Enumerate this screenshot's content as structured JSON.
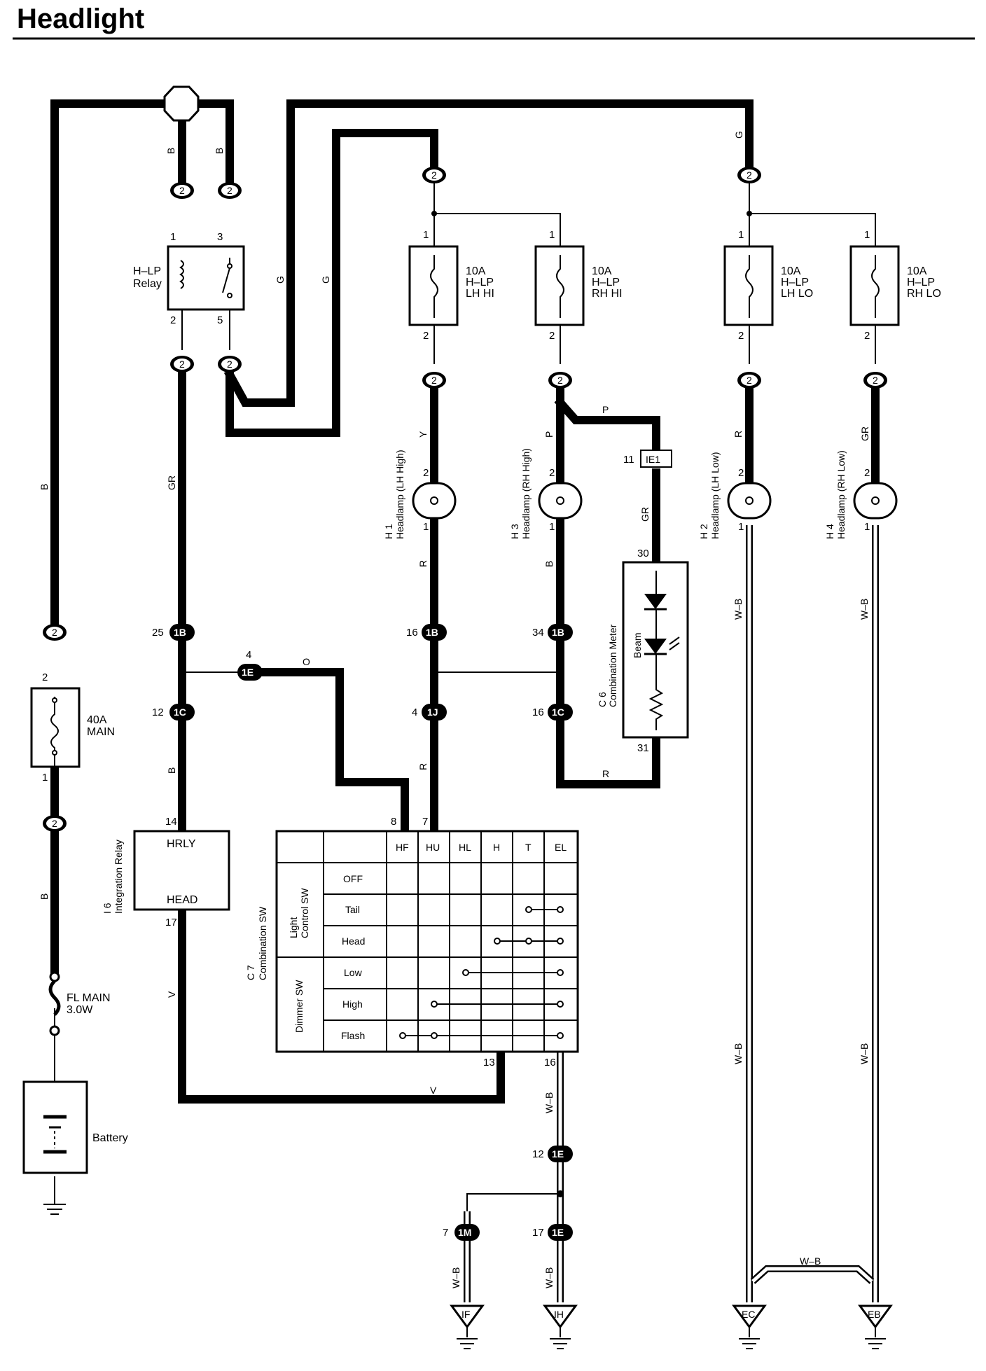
{
  "title": "Headlight",
  "connector_2": "2",
  "wires": {
    "B": "B",
    "G": "G",
    "GR": "GR",
    "Y": "Y",
    "P": "P",
    "R": "R",
    "O": "O",
    "V": "V",
    "WB": "W–B"
  },
  "relay": {
    "label_line1": "H–LP",
    "label_line2": "Relay",
    "pins": [
      "1",
      "3",
      "2",
      "5"
    ]
  },
  "fuses": [
    {
      "amp": "10A",
      "line1": "H–LP",
      "line2": "LH HI"
    },
    {
      "amp": "10A",
      "line1": "H–LP",
      "line2": "RH HI"
    },
    {
      "amp": "10A",
      "line1": "H–LP",
      "line2": "LH LO"
    },
    {
      "amp": "10A",
      "line1": "H–LP",
      "line2": "RH LO"
    }
  ],
  "fuse_pins": [
    "1",
    "2"
  ],
  "main_fuse": {
    "amp": "40A",
    "name": "MAIN",
    "pin_top": "2",
    "pin_bottom": "1"
  },
  "fl_main": {
    "line1": "FL MAIN",
    "line2": "3.0W"
  },
  "battery": "Battery",
  "headlamps": [
    {
      "code": "H 1",
      "name": "Headlamp (LH High)"
    },
    {
      "code": "H 3",
      "name": "Headlamp (RH High)"
    },
    {
      "code": "H 2",
      "name": "Headlamp (LH Low)"
    },
    {
      "code": "H 4",
      "name": "Headlamp (RH Low)"
    }
  ],
  "connectors": {
    "c1B": "1B",
    "c1C": "1C",
    "c1E": "1E",
    "c1J": "1J",
    "c1M": "1M",
    "IE1": "IE1"
  },
  "pins": {
    "p25": "25",
    "p16": "16",
    "p34": "34",
    "p12": "12",
    "p4": "4",
    "p11": "11",
    "p30": "30",
    "p31": "31",
    "p14": "14",
    "p17": "17",
    "p8": "8",
    "p7": "7",
    "p13": "13",
    "p7b": "7",
    "p2": "2",
    "p1": "1"
  },
  "combination_meter": {
    "code": "C 6",
    "name": "Combination Meter",
    "beam": "Beam"
  },
  "integration_relay": {
    "code": "I 6",
    "name": "Integration Relay",
    "hrly": "HRLY",
    "head": "HEAD"
  },
  "combination_sw": {
    "code": "C 7",
    "name": "Combination SW",
    "light_group_1": "Light",
    "light_group_2": "Control SW",
    "dimmer_group": "Dimmer SW",
    "columns": [
      "HF",
      "HU",
      "HL",
      "H",
      "T",
      "EL"
    ],
    "rows": [
      "OFF",
      "Tail",
      "Head",
      "Low",
      "High",
      "Flash"
    ]
  },
  "grounds": [
    "IF",
    "IH",
    "EC",
    "EB"
  ]
}
